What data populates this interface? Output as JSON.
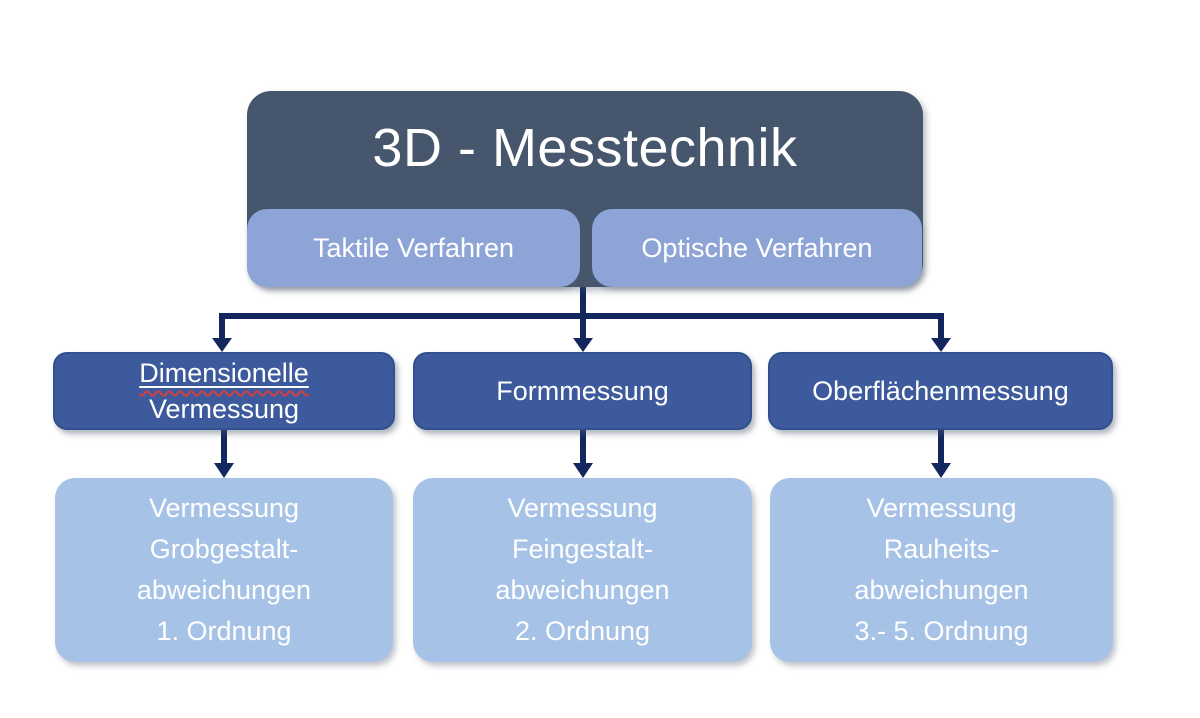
{
  "diagram": {
    "title": "3D - Messtechnik",
    "branches": [
      {
        "label": "Taktile Verfahren"
      },
      {
        "label": "Optische Verfahren"
      }
    ],
    "categories": [
      {
        "lines": [
          "Dimensionelle",
          "Vermessung"
        ],
        "spellcheck_underline": true
      },
      {
        "lines": [
          "Formmessung"
        ]
      },
      {
        "lines": [
          "Oberflächenmessung"
        ]
      }
    ],
    "details": [
      {
        "lines": [
          "Vermessung",
          "Grobgestalt-",
          "abweichungen",
          "1. Ordnung"
        ]
      },
      {
        "lines": [
          "Vermessung",
          "Feingestalt-",
          "abweichungen",
          "2. Ordnung"
        ]
      },
      {
        "lines": [
          "Vermessung",
          "Rauheits-",
          "abweichungen",
          "3.- 5. Ordnung"
        ]
      }
    ],
    "colors": {
      "root_box": "#46576d",
      "branch_box": "#8ea4d6",
      "category_box": "#3c5a9c",
      "detail_box": "#a6c2e6",
      "connector": "#13265e",
      "text": "#ffffff",
      "spellcheck_red": "#d24040",
      "background": "#ffffff"
    }
  }
}
